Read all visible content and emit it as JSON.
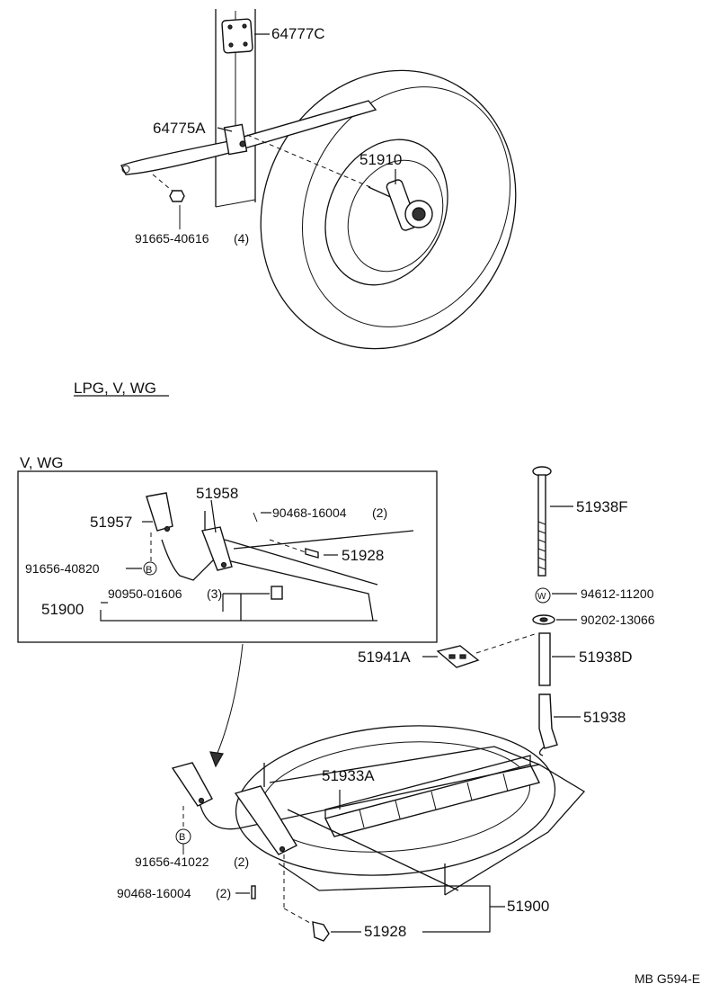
{
  "labels": {
    "p64777C": "64777C",
    "p64775A": "64775A",
    "p51910": "51910",
    "p91665": "91665-40616",
    "p91665_qty": "(4)",
    "variant_main": "LPG, V, WG",
    "variant_box": "V, WG",
    "p51958": "51958",
    "p51957": "51957",
    "p90468_top": "90468-16004",
    "p90468_top_qty": "(2)",
    "p51928_top": "51928",
    "p91656_40820": "91656-40820",
    "ref_b": "B",
    "p90950": "90950-01606",
    "p90950_qty": "(3)",
    "p51900_top": "51900",
    "p51938F": "51938F",
    "p94612": "94612-11200",
    "ref_w": "W",
    "p90202": "90202-13066",
    "p51941A": "51941A",
    "p51938D": "51938D",
    "p51938": "51938",
    "p51933A": "51933A",
    "p91656_41022": "91656-41022",
    "p91656_41022_qty": "(2)",
    "p90468_bot": "90468-16004",
    "p90468_bot_qty": "(2)",
    "p51900_bot": "51900",
    "p51928_bot": "51928",
    "figure_code": "MB G594-E"
  }
}
